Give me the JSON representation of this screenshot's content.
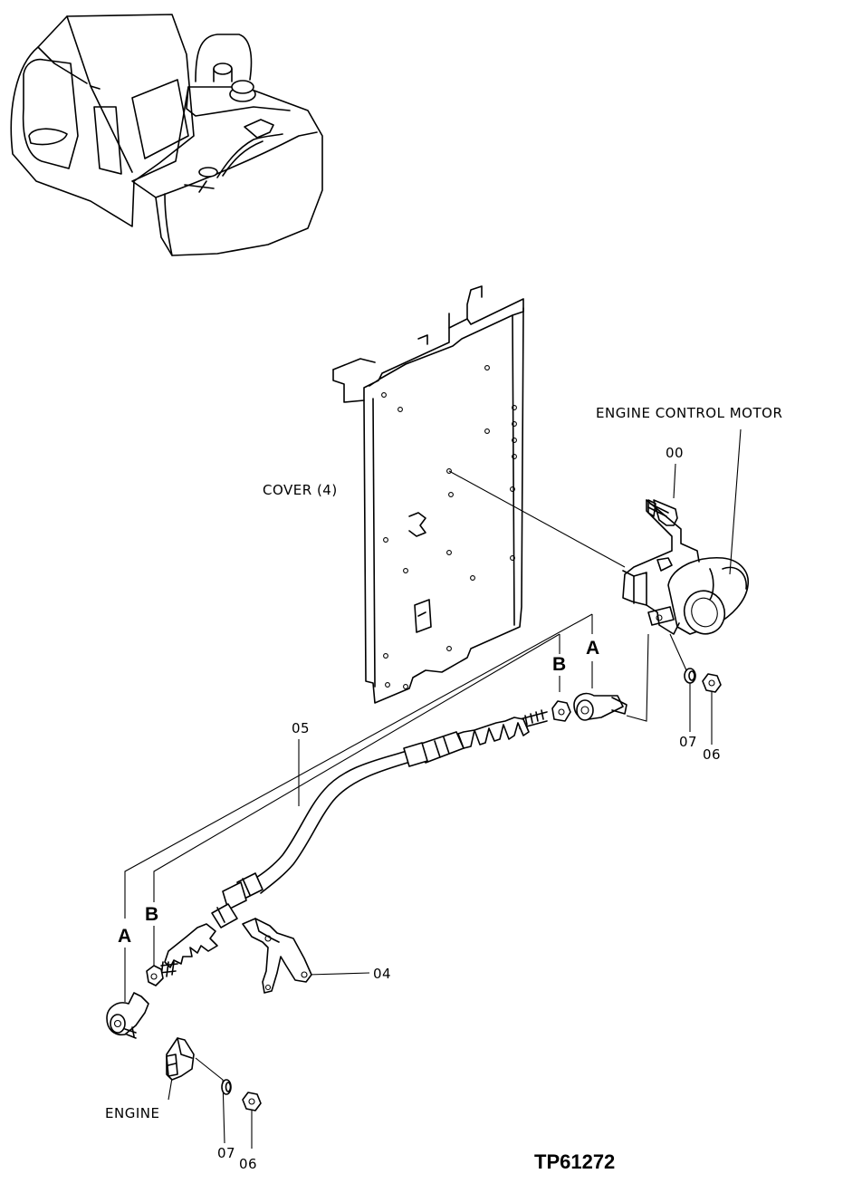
{
  "labels": {
    "engine_control_motor": "ENGINE CONTROL MOTOR",
    "cover": "COVER (4)",
    "engine": "ENGINE",
    "part_00": "00",
    "part_04": "04",
    "part_05": "05",
    "part_06_top": "06",
    "part_07_top": "07",
    "part_06_bottom": "06",
    "part_07_bottom": "07",
    "point_a_top": "A",
    "point_b_top": "B",
    "point_a_bottom": "A",
    "point_b_bottom": "B"
  },
  "drawing_code": "TP61272"
}
